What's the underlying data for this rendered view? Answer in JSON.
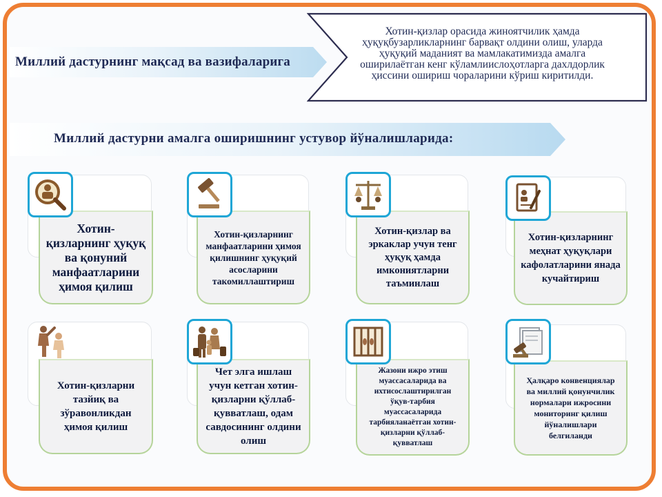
{
  "header": {
    "goal_label": "Миллий дастурнинг мақсад ва вазифаларига",
    "goal_text": "Хотин-қизлар орасида жиноятчилик ҳамда ҳуқуқбузарликларнинг барвақт олдини олиш, уларда ҳуқуқий маданият ва мамлакатимизда амалга оширилаётган кенг кўламлиислоҳотларга дахлдорлик ҳиссини ошириш чораларини кўриш киритилди.",
    "priority_label": "Миллий дастурни амалга оширишнинг устувор йўналишларида:"
  },
  "cards": [
    {
      "text": "Хотин-қизларнинг ҳуқуқ ва қонуний манфаатларини ҳимоя қилиш",
      "icon": "search-person-icon"
    },
    {
      "text": "Хотин-қизларнинг манфаатларини ҳимоя қилишнинг ҳуқуқий асосларини такомиллаштириш",
      "icon": "gavel-icon"
    },
    {
      "text": "Хотин-қизлар ва эркаклар учун тенг ҳуқуқ ҳамда имкониятларни таъминлаш",
      "icon": "scales-icon"
    },
    {
      "text": "Хотин-қизларнинг меҳнат ҳуқуқлари кафолатларини янада кучайтириш",
      "icon": "document-pen-icon"
    },
    {
      "text": "Хотин-қизларни тазйиқ ва зўравонликдан ҳимоя қилиш",
      "icon": "violence-icon"
    },
    {
      "text": "Чет элга ишлаш учун кетган хотин-қизларни қўллаб-қувватлаш, одам савдосининг олдини олиш",
      "icon": "family-luggage-icon"
    },
    {
      "text": "Жазони ижро этиш муассасаларида ва ихтисослаштирилган ўқув-тарбия муассасаларида тарбияланаётган хотин-қизларни қўллаб-қувватлаш",
      "icon": "prison-bars-icon"
    },
    {
      "text": "Ҳалқаро конвенциялар ва миллий қонунчилик нормалари ижросини мониторинг қилиш йўналишлари белгиланди",
      "icon": "gavel-papers-icon"
    }
  ],
  "colors": {
    "frame": "#ee7e33",
    "accent": "#1ea6d6",
    "card_border": "#b5d49a",
    "text": "#1f2a55"
  }
}
